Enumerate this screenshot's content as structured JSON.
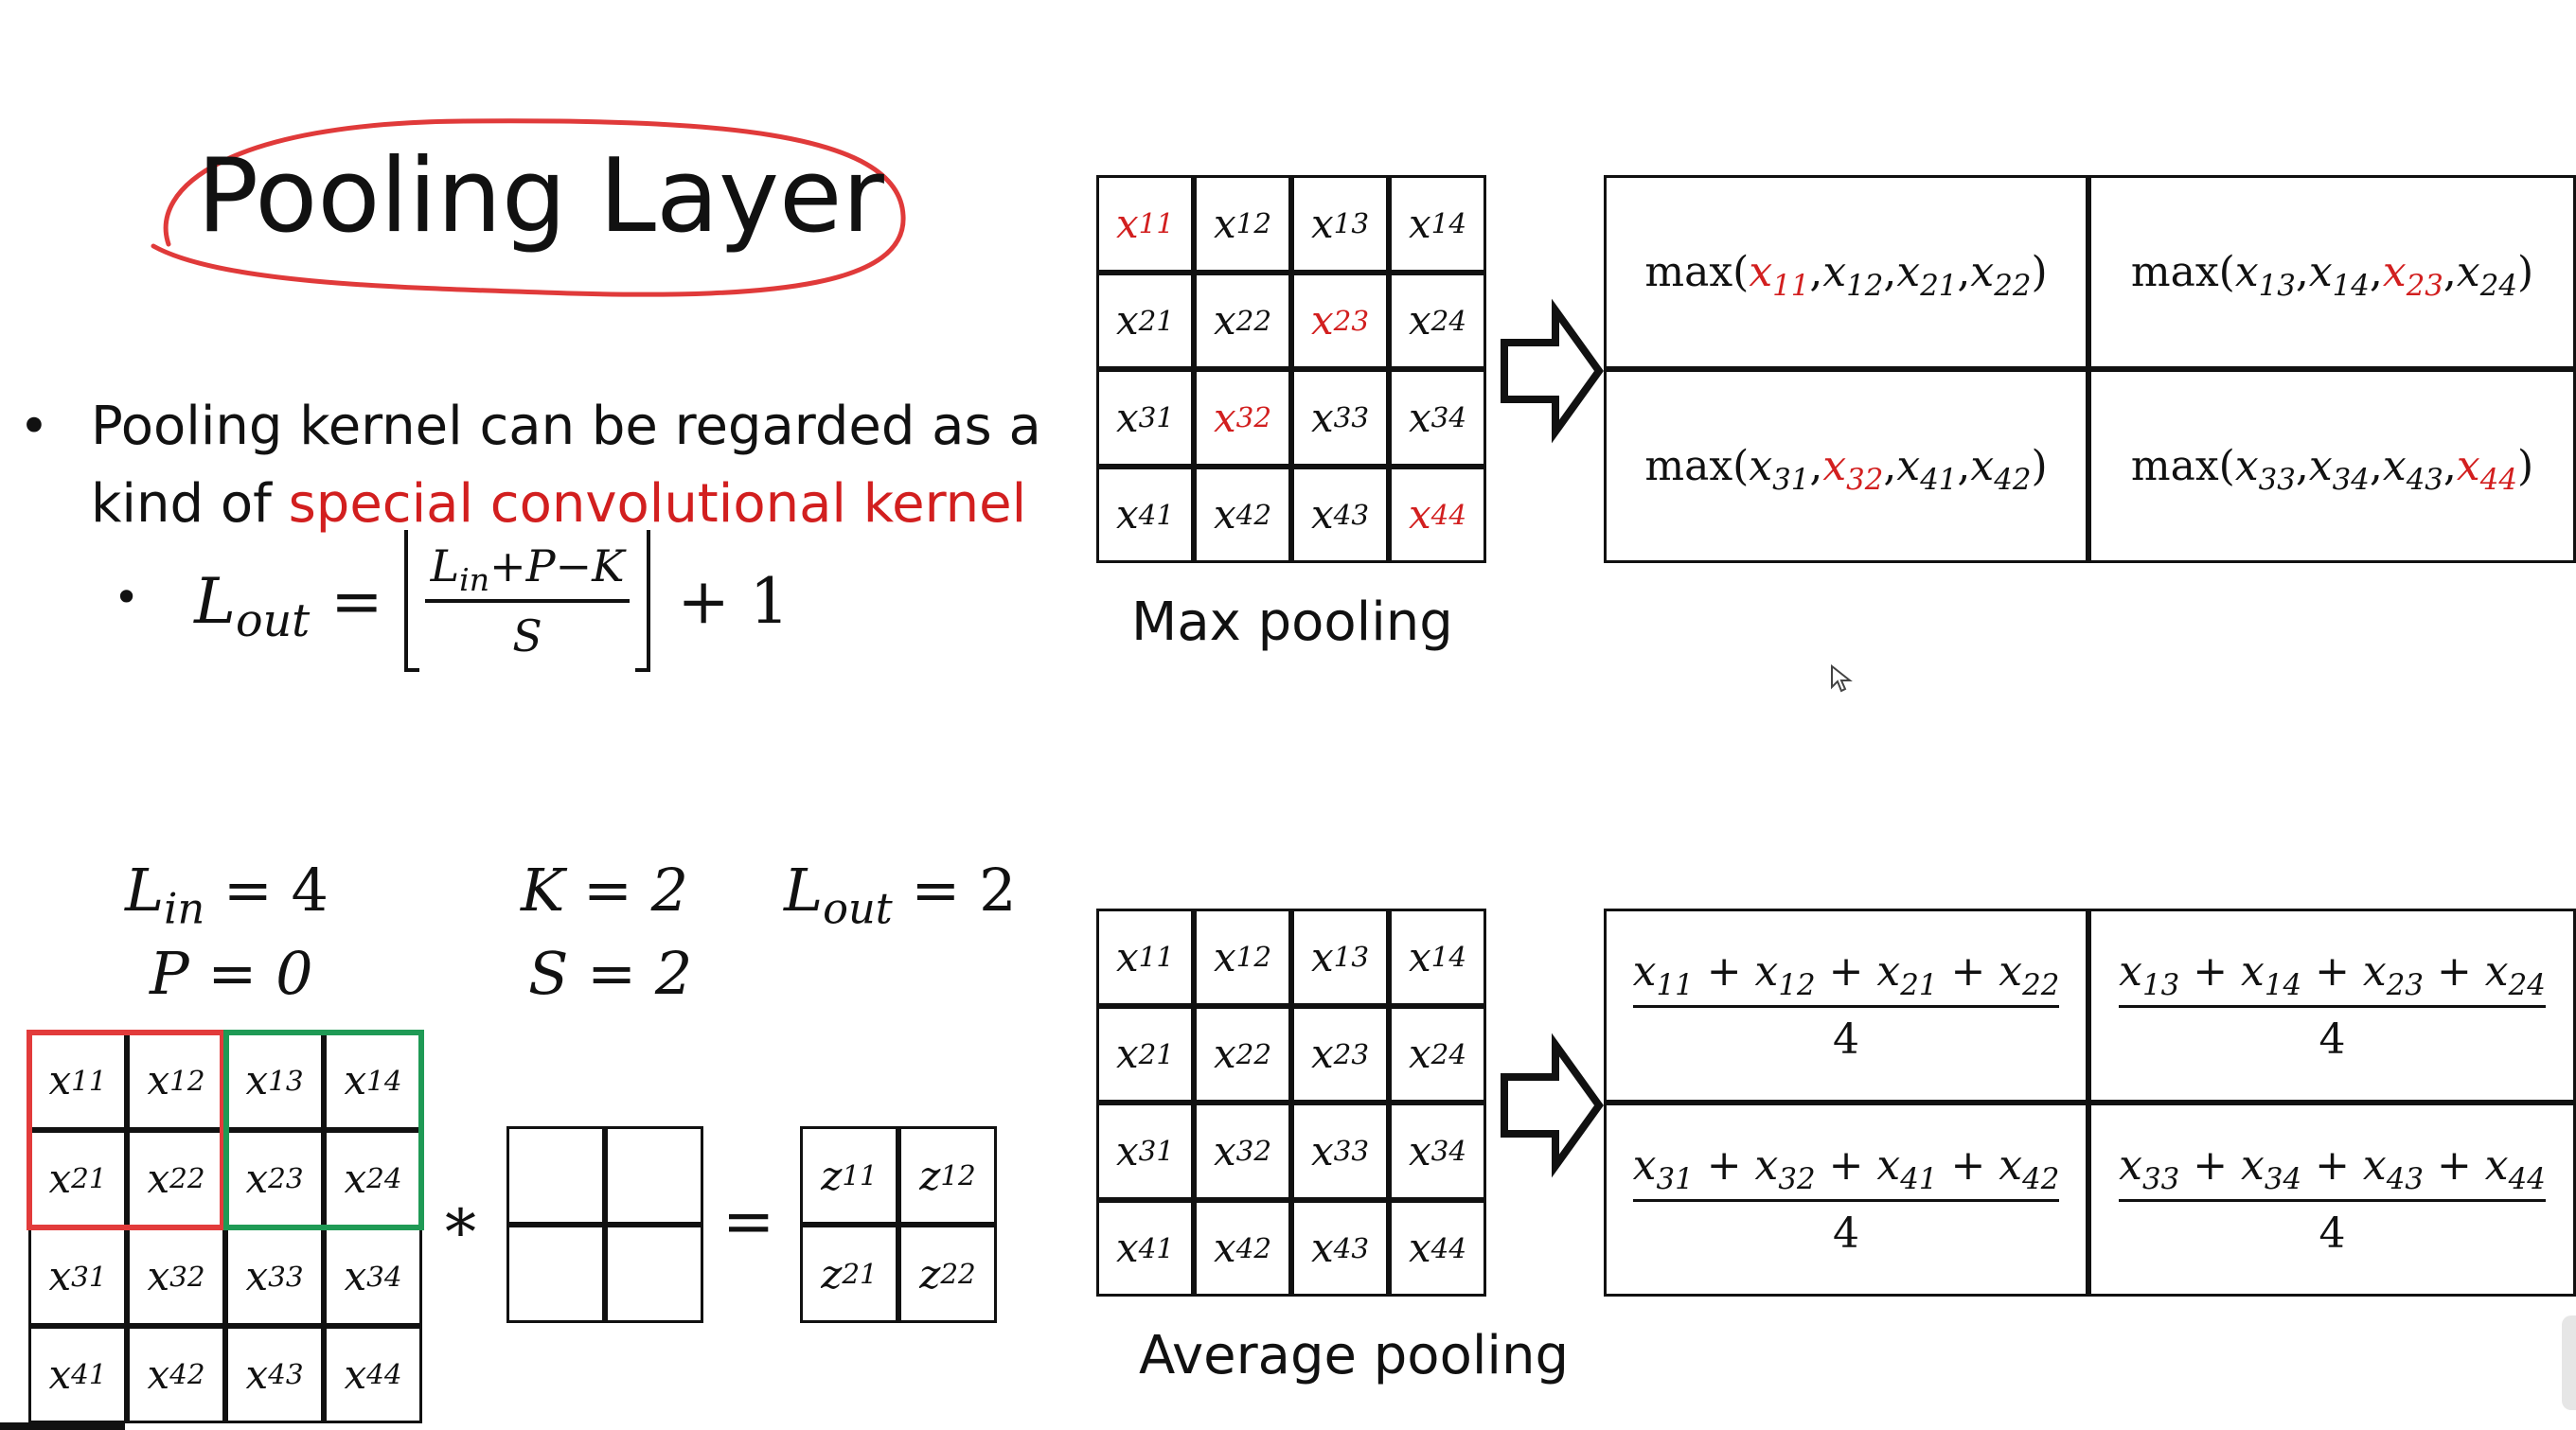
{
  "title": "Pooling Layer",
  "bullet": {
    "prefix": "Pooling kernel can be regarded as a kind of ",
    "highlight": "special convolutional kernel"
  },
  "formula": {
    "lhs_base": "L",
    "lhs_sub": "out",
    "equals": "=",
    "numerator_base": "L",
    "numerator_sub": "in",
    "numerator_rest": "+P−K",
    "denominator": "S",
    "plus_one": "+ 1"
  },
  "params": {
    "lin_base": "L",
    "lin_sub": "in",
    "lin_value": " = 4",
    "p": "P = 0",
    "k": "K = 2",
    "s": "S = 2",
    "lout_base": "L",
    "lout_sub": "out",
    "lout_value": " = 2"
  },
  "symbols": {
    "conv": "*",
    "equals": "="
  },
  "small_matrix": [
    [
      {
        "b": "x",
        "s": "11"
      },
      {
        "b": "x",
        "s": "12"
      },
      {
        "b": "x",
        "s": "13"
      },
      {
        "b": "x",
        "s": "14"
      }
    ],
    [
      {
        "b": "x",
        "s": "21"
      },
      {
        "b": "x",
        "s": "22"
      },
      {
        "b": "x",
        "s": "23"
      },
      {
        "b": "x",
        "s": "24"
      }
    ],
    [
      {
        "b": "x",
        "s": "31"
      },
      {
        "b": "x",
        "s": "32"
      },
      {
        "b": "x",
        "s": "33"
      },
      {
        "b": "x",
        "s": "34"
      }
    ],
    [
      {
        "b": "x",
        "s": "41"
      },
      {
        "b": "x",
        "s": "42"
      },
      {
        "b": "x",
        "s": "43"
      },
      {
        "b": "x",
        "s": "44"
      }
    ]
  ],
  "z_matrix": [
    [
      {
        "b": "z",
        "s": "11"
      },
      {
        "b": "z",
        "s": "12"
      }
    ],
    [
      {
        "b": "z",
        "s": "21"
      },
      {
        "b": "z",
        "s": "22"
      }
    ]
  ],
  "max_matrix": [
    [
      {
        "b": "x",
        "s": "11",
        "red": true
      },
      {
        "b": "x",
        "s": "12"
      },
      {
        "b": "x",
        "s": "13"
      },
      {
        "b": "x",
        "s": "14"
      }
    ],
    [
      {
        "b": "x",
        "s": "21"
      },
      {
        "b": "x",
        "s": "22"
      },
      {
        "b": "x",
        "s": "23",
        "red": true
      },
      {
        "b": "x",
        "s": "24"
      }
    ],
    [
      {
        "b": "x",
        "s": "31"
      },
      {
        "b": "x",
        "s": "32",
        "red": true
      },
      {
        "b": "x",
        "s": "33"
      },
      {
        "b": "x",
        "s": "34"
      }
    ],
    [
      {
        "b": "x",
        "s": "41"
      },
      {
        "b": "x",
        "s": "42"
      },
      {
        "b": "x",
        "s": "43"
      },
      {
        "b": "x",
        "s": "44",
        "red": true
      }
    ]
  ],
  "avg_matrix": [
    [
      {
        "b": "x",
        "s": "11"
      },
      {
        "b": "x",
        "s": "12"
      },
      {
        "b": "x",
        "s": "13"
      },
      {
        "b": "x",
        "s": "14"
      }
    ],
    [
      {
        "b": "x",
        "s": "21"
      },
      {
        "b": "x",
        "s": "22"
      },
      {
        "b": "x",
        "s": "23"
      },
      {
        "b": "x",
        "s": "24"
      }
    ],
    [
      {
        "b": "x",
        "s": "31"
      },
      {
        "b": "x",
        "s": "32"
      },
      {
        "b": "x",
        "s": "33"
      },
      {
        "b": "x",
        "s": "34"
      }
    ],
    [
      {
        "b": "x",
        "s": "41"
      },
      {
        "b": "x",
        "s": "42"
      },
      {
        "b": "x",
        "s": "43"
      },
      {
        "b": "x",
        "s": "44"
      }
    ]
  ],
  "max_results": [
    {
      "prefix": "max(",
      "args": [
        {
          "s": "11",
          "red": true
        },
        {
          "s": "12"
        },
        {
          "s": "21"
        },
        {
          "s": "22"
        }
      ],
      "suffix": ")"
    },
    {
      "prefix": "max(",
      "args": [
        {
          "s": "13"
        },
        {
          "s": "14"
        },
        {
          "s": "23",
          "red": true
        },
        {
          "s": "24"
        }
      ],
      "suffix": ")"
    },
    {
      "prefix": "max(",
      "args": [
        {
          "s": "31"
        },
        {
          "s": "32",
          "red": true
        },
        {
          "s": "41"
        },
        {
          "s": "42"
        }
      ],
      "suffix": ")"
    },
    {
      "prefix": "max(",
      "args": [
        {
          "s": "33"
        },
        {
          "s": "34"
        },
        {
          "s": "43"
        },
        {
          "s": "44",
          "red": true
        }
      ],
      "suffix": ")"
    }
  ],
  "avg_results": [
    {
      "terms": [
        "11",
        "12",
        "21",
        "22"
      ],
      "denominator": "4"
    },
    {
      "terms": [
        "13",
        "14",
        "23",
        "24"
      ],
      "denominator": "4"
    },
    {
      "terms": [
        "31",
        "32",
        "41",
        "42"
      ],
      "denominator": "4"
    },
    {
      "terms": [
        "33",
        "34",
        "43",
        "44"
      ],
      "denominator": "4"
    }
  ],
  "captions": {
    "max_pooling": "Max pooling",
    "average_pooling": "Average pooling"
  },
  "colors": {
    "red": "#d21f1f",
    "green": "#1f9a55",
    "title_ellipse": "#e03a3a"
  },
  "icons": {
    "arrow": "right-block-arrow-icon",
    "cursor": "mouse-pointer-icon"
  }
}
